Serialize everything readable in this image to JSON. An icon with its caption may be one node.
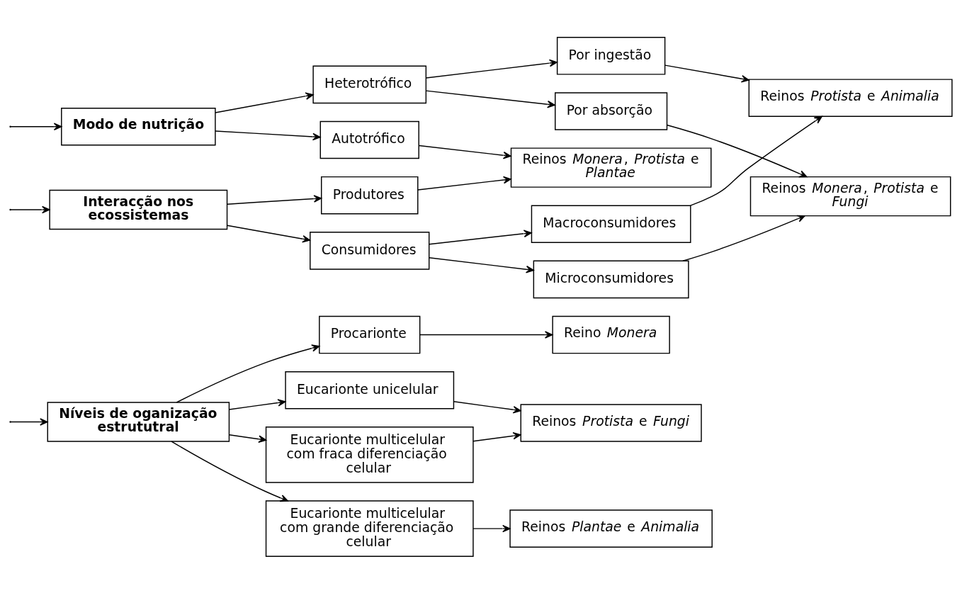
{
  "diagram": {
    "nodes": [
      {
        "text": [
          "Níveis de oganização estrututral"
        ]
      },
      {
        "text": [
          "Modo de nutrição"
        ]
      },
      {
        "text": [
          "Interacção nos ecossistemas"
        ]
      },
      {
        "text": [
          "Procarionte"
        ]
      },
      {
        "text": [
          "Eucarionte unicelular"
        ]
      },
      {
        "text": [
          "Eucarionte multicelular com fraca diferenciação celular"
        ]
      },
      {
        "text": [
          "Eucarionte multicelular com grande diferenciação celular"
        ]
      },
      {
        "text": [
          "Reino *Monera*"
        ]
      },
      {
        "text": [
          "Reinos *Protista* e *Fungi*"
        ]
      },
      {
        "text": [
          "Reinos *Plantae* e *Animalia*"
        ]
      },
      {
        "text": [
          "Autotrófico"
        ]
      },
      {
        "text": [
          "Heterotrófico"
        ]
      },
      {
        "text": [
          "Reinos *Monera*, *Protista* e *Plantae*"
        ]
      },
      {
        "text": [
          "Por absorção"
        ]
      },
      {
        "text": [
          "Por ingestão"
        ]
      },
      {
        "text": [
          "Reinos *Monera*, *Protista* e *Fungi*"
        ]
      },
      {
        "text": [
          "Reinos *Protista* e *Animalia*"
        ]
      },
      {
        "text": [
          "Produtores"
        ]
      },
      {
        "text": [
          "Consumidores"
        ]
      },
      {
        "text": [
          "Microconsumidores"
        ]
      },
      {
        "text": [
          "Macroconsumidores"
        ]
      }
    ],
    "edges": [
      {
        "from": null,
        "to": 0,
        "arrow": "to"
      },
      {
        "from": null,
        "to": 1,
        "arrow": "to"
      },
      {
        "from": null,
        "to": 2,
        "arrow": "to"
      },
      {
        "from": 0,
        "to": 3,
        "arrow": "to"
      },
      {
        "from": 0,
        "to": 4,
        "arrow": "to"
      },
      {
        "from": 0,
        "to": 5,
        "arrow": "to"
      },
      {
        "from": 0,
        "to": 6,
        "arrow": "to"
      },
      {
        "from": 3,
        "to": 7,
        "arrow": "to"
      },
      {
        "from": 4,
        "to": 8,
        "arrow": "to"
      },
      {
        "from": 5,
        "to": 8,
        "arrow": "to"
      },
      {
        "from": 6,
        "to": 9,
        "arrow": "to"
      },
      {
        "from": 1,
        "to": 10,
        "arrow": "to"
      },
      {
        "from": 1,
        "to": 11,
        "arrow": "to"
      },
      {
        "from": 10,
        "to": 12,
        "arrow": "to"
      },
      {
        "from": 11,
        "to": 13,
        "arrow": "to"
      },
      {
        "from": 11,
        "to": 14,
        "arrow": "to"
      },
      {
        "from": 13,
        "to": 15,
        "arrow": "to"
      },
      {
        "from": 14,
        "to": 16,
        "arrow": "to"
      },
      {
        "from": 2,
        "to": 17,
        "arrow": "to"
      },
      {
        "from": 2,
        "to": 18,
        "arrow": "to"
      },
      {
        "from": 17,
        "to": 12,
        "arrow": "to"
      },
      {
        "from": 18,
        "to": 19,
        "arrow": "to"
      },
      {
        "from": 18,
        "to": 20,
        "arrow": "to"
      },
      {
        "from": 19,
        "to": 15,
        "arrow": "to"
      },
      {
        "from": 20,
        "to": 16,
        "arrow": "to"
      }
    ]
  }
}
